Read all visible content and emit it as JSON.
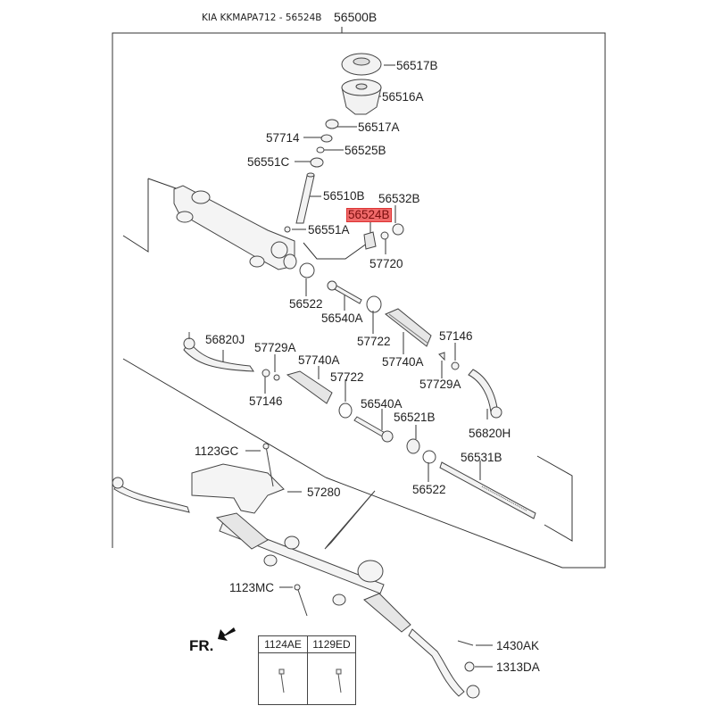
{
  "header": {
    "caption": "KIA KKMAPA712 - 56524B",
    "assembly_number": "56500B"
  },
  "highlighted_part": "56524B",
  "highlight_color": "#f06a6a",
  "callouts": {
    "p56517B": "56517B",
    "p56516A": "56516A",
    "p56517A": "56517A",
    "p57714": "57714",
    "p56525B": "56525B",
    "p56551C": "56551C",
    "p56510B": "56510B",
    "p56532B": "56532B",
    "p56524B": "56524B",
    "p56551A": "56551A",
    "p57720": "57720",
    "p56522_top": "56522",
    "p56540A_top": "56540A",
    "p57722_top": "57722",
    "p57740A_right": "57740A",
    "p57146_right": "57146",
    "p57729A_right": "57729A",
    "p56820J": "56820J",
    "p57729A_left": "57729A",
    "p57740A_left": "57740A",
    "p57722_left": "57722",
    "p57146_left": "57146",
    "p56540A_low": "56540A",
    "p56521B": "56521B",
    "p56820H": "56820H",
    "p56531B": "56531B",
    "p56522_low": "56522",
    "p1123GC": "1123GC",
    "p57280": "57280",
    "p1123MC": "1123MC",
    "p1430AK": "1430AK",
    "p1313DA": "1313DA"
  },
  "direction_marker": "FR.",
  "fastener_table": {
    "columns": [
      "1124AE",
      "1129ED"
    ]
  }
}
